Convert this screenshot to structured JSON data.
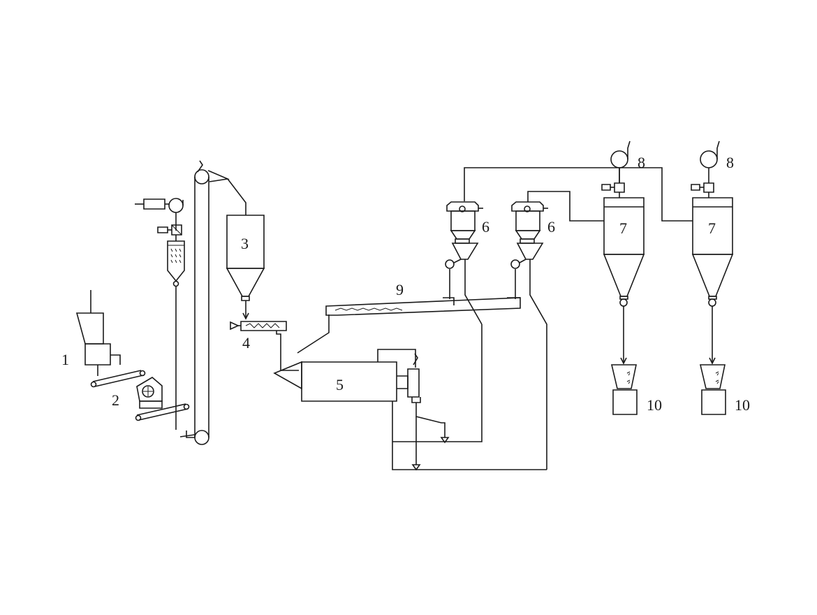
{
  "diagram": {
    "labels": {
      "crusher": "1",
      "mill": "2",
      "hopper": "3",
      "screw_feeder": "4",
      "kiln": "5",
      "cyclone_a": "6",
      "cyclone_b": "6",
      "bag_filter_a": "7",
      "bag_filter_b": "7",
      "fan_a": "8",
      "fan_b": "8",
      "conveyor": "9",
      "bin_a": "10",
      "bin_b": "10"
    },
    "colors": {
      "ink": "#1a1a1a",
      "paper": "#ffffff"
    }
  }
}
